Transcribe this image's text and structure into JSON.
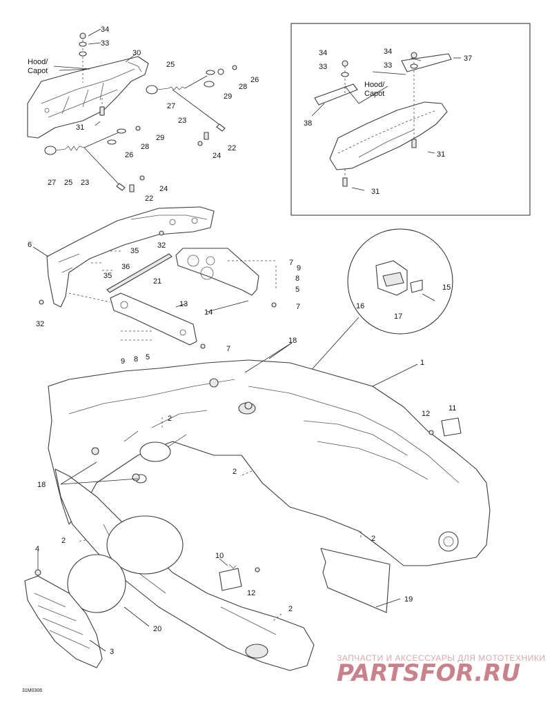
{
  "hood_label": [
    "Hood/",
    "Capot"
  ],
  "reference_code": "31M0306",
  "watermark": {
    "tagline": "ЗАПЧАСТИ И АКСЕССУАРЫ ДЛЯ МОТОТЕХНИКИ",
    "brand": "PARTSFOR.RU"
  },
  "callouts": [
    {
      "id": "c34a",
      "text": "34"
    },
    {
      "id": "c33a",
      "text": "33"
    },
    {
      "id": "c30",
      "text": "30"
    },
    {
      "id": "c31a",
      "text": "31"
    },
    {
      "id": "c25a",
      "text": "25"
    },
    {
      "id": "c26a",
      "text": "26"
    },
    {
      "id": "c28a",
      "text": "28"
    },
    {
      "id": "c29a",
      "text": "29"
    },
    {
      "id": "c27a",
      "text": "27"
    },
    {
      "id": "c23a",
      "text": "23"
    },
    {
      "id": "c22a",
      "text": "22"
    },
    {
      "id": "c24a",
      "text": "24"
    },
    {
      "id": "c29b",
      "text": "29"
    },
    {
      "id": "c28b",
      "text": "28"
    },
    {
      "id": "c26b",
      "text": "26"
    },
    {
      "id": "c27b",
      "text": "27"
    },
    {
      "id": "c25b",
      "text": "25"
    },
    {
      "id": "c23b",
      "text": "23"
    },
    {
      "id": "c24b",
      "text": "24"
    },
    {
      "id": "c22b",
      "text": "22"
    },
    {
      "id": "c34b",
      "text": "34"
    },
    {
      "id": "c33b",
      "text": "33"
    },
    {
      "id": "c34c",
      "text": "34"
    },
    {
      "id": "c33c",
      "text": "33"
    },
    {
      "id": "c37",
      "text": "37"
    },
    {
      "id": "c38",
      "text": "38"
    },
    {
      "id": "c31b",
      "text": "31"
    },
    {
      "id": "c31c",
      "text": "31"
    },
    {
      "id": "c6",
      "text": "6"
    },
    {
      "id": "c32a",
      "text": "32"
    },
    {
      "id": "c35a",
      "text": "35"
    },
    {
      "id": "c36",
      "text": "36"
    },
    {
      "id": "c35b",
      "text": "35"
    },
    {
      "id": "c21",
      "text": "21"
    },
    {
      "id": "c32b",
      "text": "32"
    },
    {
      "id": "c13",
      "text": "13"
    },
    {
      "id": "c14",
      "text": "14"
    },
    {
      "id": "c7a",
      "text": "7"
    },
    {
      "id": "c9a",
      "text": "9"
    },
    {
      "id": "c8a",
      "text": "8"
    },
    {
      "id": "c5a",
      "text": "5"
    },
    {
      "id": "c7b",
      "text": "7"
    },
    {
      "id": "c7c",
      "text": "7"
    },
    {
      "id": "c9b",
      "text": "9"
    },
    {
      "id": "c8b",
      "text": "8"
    },
    {
      "id": "c5b",
      "text": "5"
    },
    {
      "id": "c15",
      "text": "15"
    },
    {
      "id": "c16",
      "text": "16"
    },
    {
      "id": "c17",
      "text": "17"
    },
    {
      "id": "c18a",
      "text": "18"
    },
    {
      "id": "c1",
      "text": "1"
    },
    {
      "id": "c11",
      "text": "11"
    },
    {
      "id": "c12a",
      "text": "12"
    },
    {
      "id": "c2a",
      "text": "2"
    },
    {
      "id": "c18b",
      "text": "18"
    },
    {
      "id": "c2b",
      "text": "2"
    },
    {
      "id": "c2c",
      "text": "2"
    },
    {
      "id": "c2d",
      "text": "2"
    },
    {
      "id": "c4",
      "text": "4"
    },
    {
      "id": "c10",
      "text": "10"
    },
    {
      "id": "c12b",
      "text": "12"
    },
    {
      "id": "c19",
      "text": "19"
    },
    {
      "id": "c2e",
      "text": "2"
    },
    {
      "id": "c20",
      "text": "20"
    },
    {
      "id": "c3",
      "text": "3"
    }
  ]
}
